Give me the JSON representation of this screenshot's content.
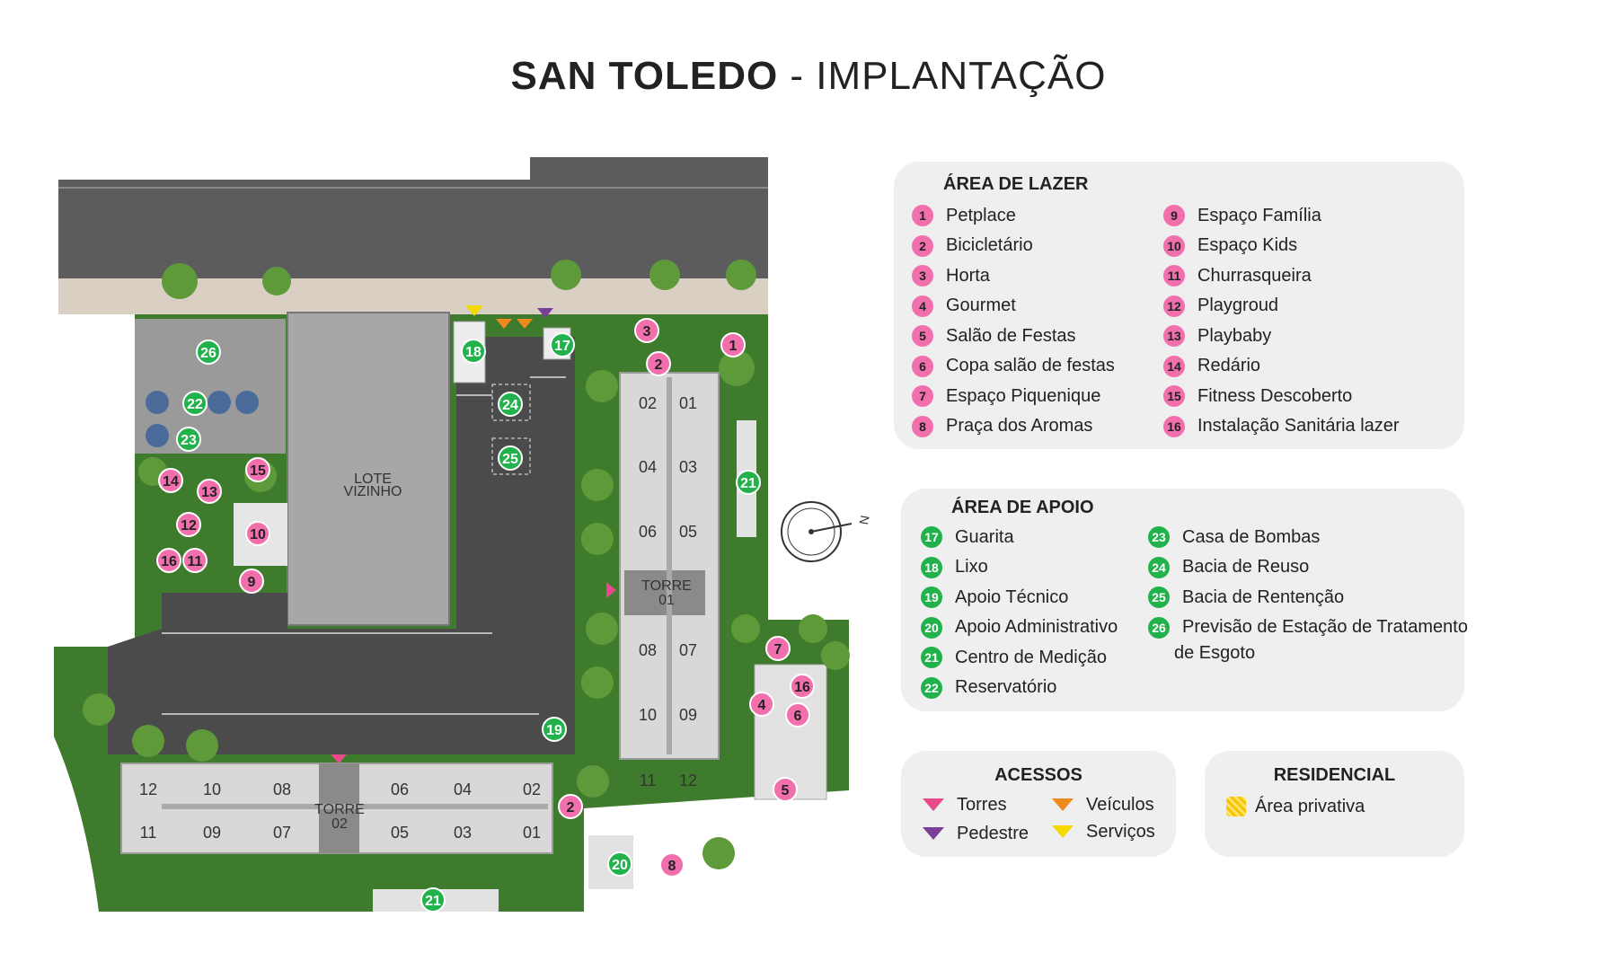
{
  "header": {
    "title_bold": "SAN TOLEDO",
    "title_rest": " - IMPLANTAÇÃO"
  },
  "colors": {
    "pink_marker": "#f26fae",
    "green_marker": "#22b24c",
    "panel_bg": "#efefef",
    "road": "#5a5a5a",
    "grass": "#3e7a2c",
    "building": "#d7d7d7"
  },
  "map": {
    "neighbor_lot": "LOTE\nVIZINHO",
    "tower1_label": "TORRE\n01",
    "tower2_label": "TORRE\n02",
    "tower1_units": [
      "02",
      "01",
      "04",
      "03",
      "06",
      "05",
      "08",
      "07",
      "10",
      "09",
      "11",
      "12"
    ],
    "tower2_units_top": [
      "12",
      "10",
      "08",
      "06",
      "04",
      "02"
    ],
    "tower2_units_bottom": [
      "11",
      "09",
      "07",
      "05",
      "03",
      "01"
    ],
    "compass_letter": "N"
  },
  "lazer": {
    "title": "ÁREA DE LAZER",
    "items": [
      {
        "num": "1",
        "label": "Petplace"
      },
      {
        "num": "2",
        "label": "Bicicletário"
      },
      {
        "num": "3",
        "label": "Horta"
      },
      {
        "num": "4",
        "label": "Gourmet"
      },
      {
        "num": "5",
        "label": "Salão de Festas"
      },
      {
        "num": "6",
        "label": "Copa salão de festas"
      },
      {
        "num": "7",
        "label": "Espaço Piquenique"
      },
      {
        "num": "8",
        "label": "Praça dos Aromas"
      },
      {
        "num": "9",
        "label": "Espaço Família"
      },
      {
        "num": "10",
        "label": "Espaço Kids"
      },
      {
        "num": "11",
        "label": "Churrasqueira"
      },
      {
        "num": "12",
        "label": "Playgroud"
      },
      {
        "num": "13",
        "label": "Playbaby"
      },
      {
        "num": "14",
        "label": "Redário"
      },
      {
        "num": "15",
        "label": "Fitness Descoberto"
      },
      {
        "num": "16",
        "label": "Instalação Sanitária lazer"
      }
    ]
  },
  "apoio": {
    "title": "ÁREA DE APOIO",
    "items": [
      {
        "num": "17",
        "label": "Guarita"
      },
      {
        "num": "18",
        "label": "Lixo"
      },
      {
        "num": "19",
        "label": "Apoio Técnico"
      },
      {
        "num": "20",
        "label": "Apoio Administrativo"
      },
      {
        "num": "21",
        "label": "Centro de Medição"
      },
      {
        "num": "22",
        "label": "Reservatório"
      },
      {
        "num": "23",
        "label": "Casa de Bombas"
      },
      {
        "num": "24",
        "label": "Bacia de Reuso"
      },
      {
        "num": "25",
        "label": "Bacia de Rentenção"
      },
      {
        "num": "26",
        "label": "Previsão de Estação de Tratamento"
      }
    ],
    "item26_line2": "de Esgoto"
  },
  "acessos": {
    "title": "ACESSOS",
    "items": [
      {
        "label": "Torres",
        "color": "#e84a8c"
      },
      {
        "label": "Veículos",
        "color": "#f08a1c"
      },
      {
        "label": "Pedestre",
        "color": "#7b3f98"
      },
      {
        "label": "Serviços",
        "color": "#f5d800"
      }
    ]
  },
  "residencial": {
    "title": "RESIDENCIAL",
    "item": "Área privativa"
  }
}
